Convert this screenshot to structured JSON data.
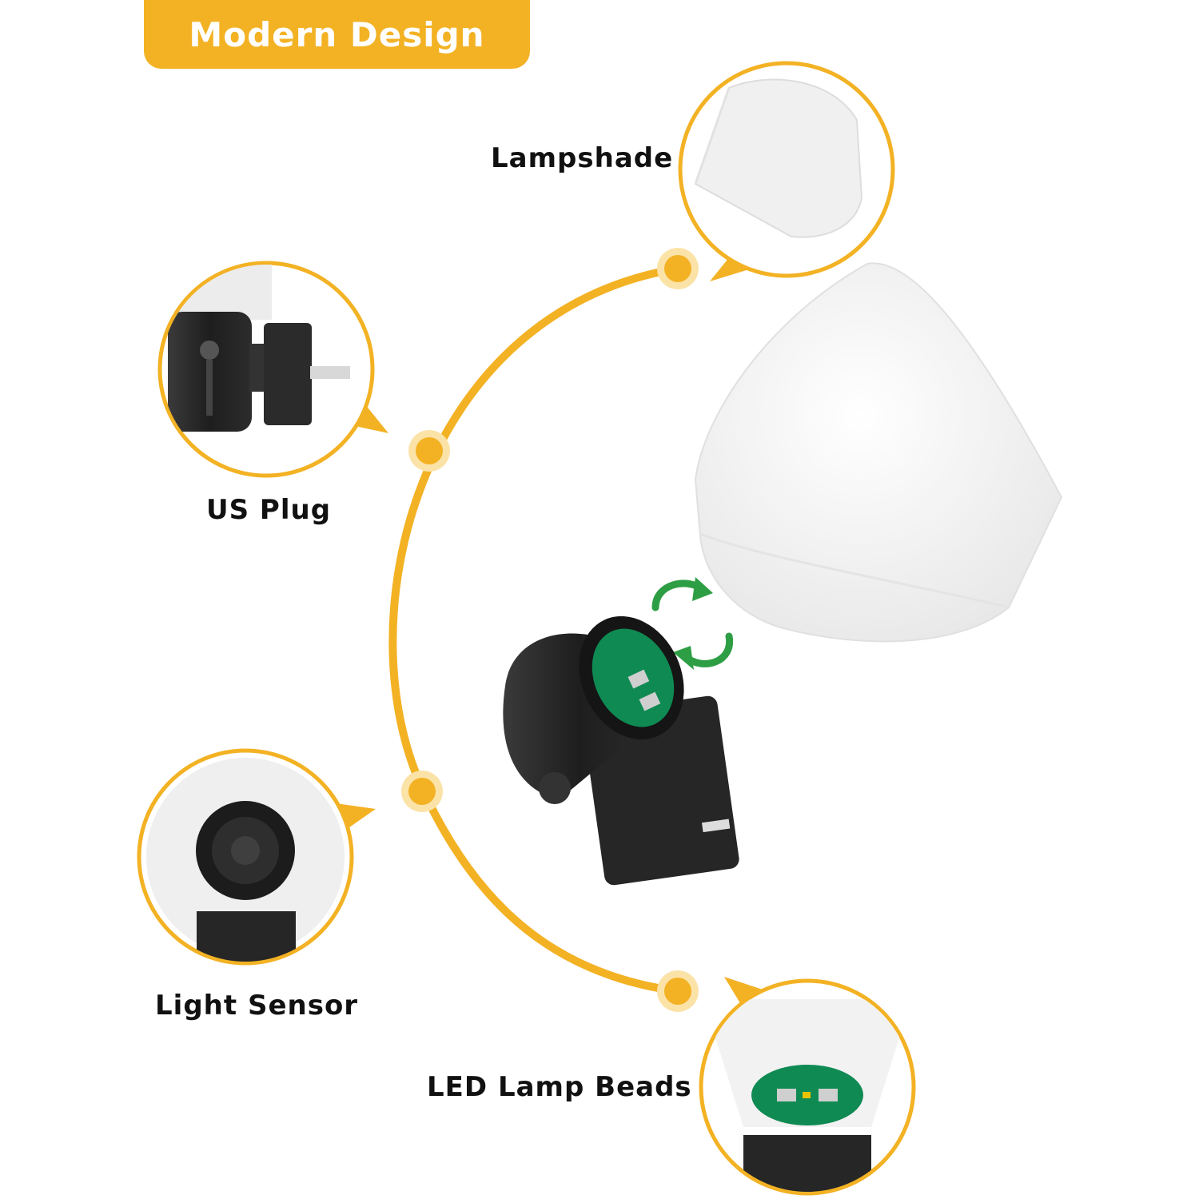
{
  "banner": {
    "title": "Modern Design"
  },
  "callouts": {
    "lampshade": "Lampshade",
    "us_plug": "US Plug",
    "light_sensor": "Light Sensor",
    "led_beads": "LED Lamp Beads"
  },
  "colors": {
    "accent": "#f3b224",
    "arrow_green": "#2e9e45",
    "plug_black": "#222222",
    "pcb_green": "#0f8a53"
  },
  "icons": [
    "rotate-arrows-icon"
  ]
}
